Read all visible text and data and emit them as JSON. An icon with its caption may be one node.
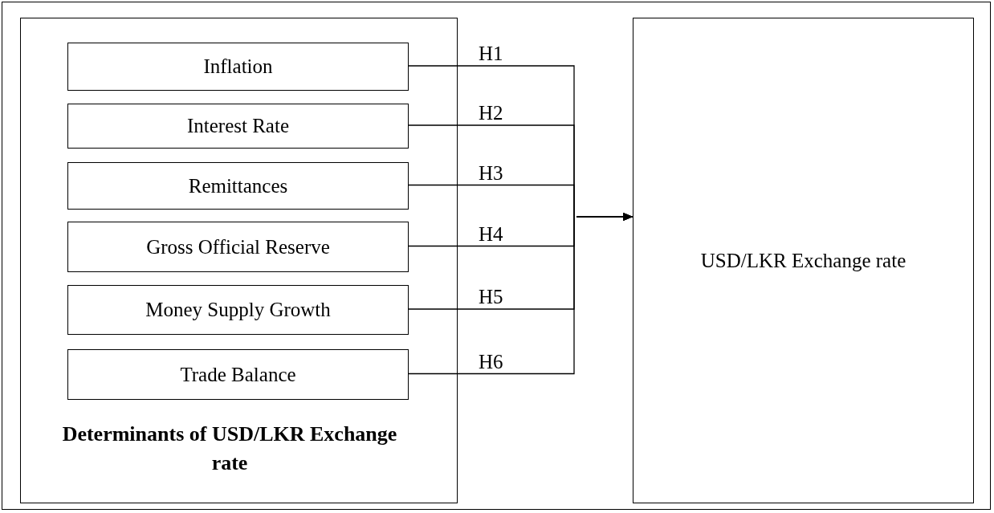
{
  "diagram": {
    "nodes": [
      {
        "text": [
          "Determinants of USD/LKR Exchange rate"
        ]
      },
      {
        "text": [
          "Inflation"
        ],
        "in": 0
      },
      {
        "text": [
          "Interest Rate"
        ],
        "in": 0
      },
      {
        "text": [
          "Remittances"
        ],
        "in": 0
      },
      {
        "text": [
          "Gross Official Reserve"
        ],
        "in": 0
      },
      {
        "text": [
          "Money Supply Growth"
        ],
        "in": 0
      },
      {
        "text": [
          "Trade Balance"
        ],
        "in": 0
      },
      {
        "text": [
          "USD/LKR Exchange rate"
        ]
      }
    ],
    "edges": [
      {
        "from": 1,
        "to": 7,
        "arrow": "to",
        "label": "H1"
      },
      {
        "from": 2,
        "to": 7,
        "arrow": "to",
        "label": "H2"
      },
      {
        "from": 3,
        "to": 7,
        "arrow": "to",
        "label": "H3"
      },
      {
        "from": 4,
        "to": 7,
        "arrow": "to",
        "label": "H4"
      },
      {
        "from": 5,
        "to": 7,
        "arrow": "to",
        "label": "H5"
      },
      {
        "from": 6,
        "to": 7,
        "arrow": "to",
        "label": "H6"
      }
    ]
  }
}
